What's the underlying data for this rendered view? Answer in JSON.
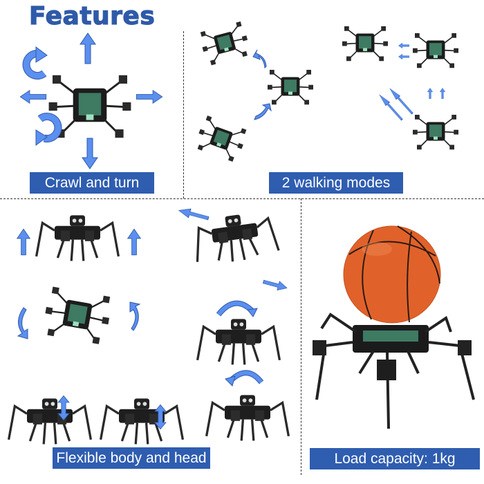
{
  "title": "Features",
  "panels": {
    "crawl": {
      "label": "Crawl and turn"
    },
    "walking": {
      "label": "2 walking modes"
    },
    "flexible": {
      "label": "Flexible body and head"
    },
    "load": {
      "label": "Load capacity: 1kg"
    }
  },
  "icons": {
    "arrow": "blue-direction-arrow",
    "rotate": "blue-rotate-arrow",
    "robot": "hexapod-robot",
    "ball": "basketball"
  },
  "colors": {
    "title": "#2f5aa8",
    "label_bg": "#2f5db0",
    "label_text": "#ffffff",
    "arrow_fill": "#5b8ff0",
    "arrow_stroke": "#2f5aa8",
    "basketball": "#e0622a",
    "divider": "#333333"
  }
}
